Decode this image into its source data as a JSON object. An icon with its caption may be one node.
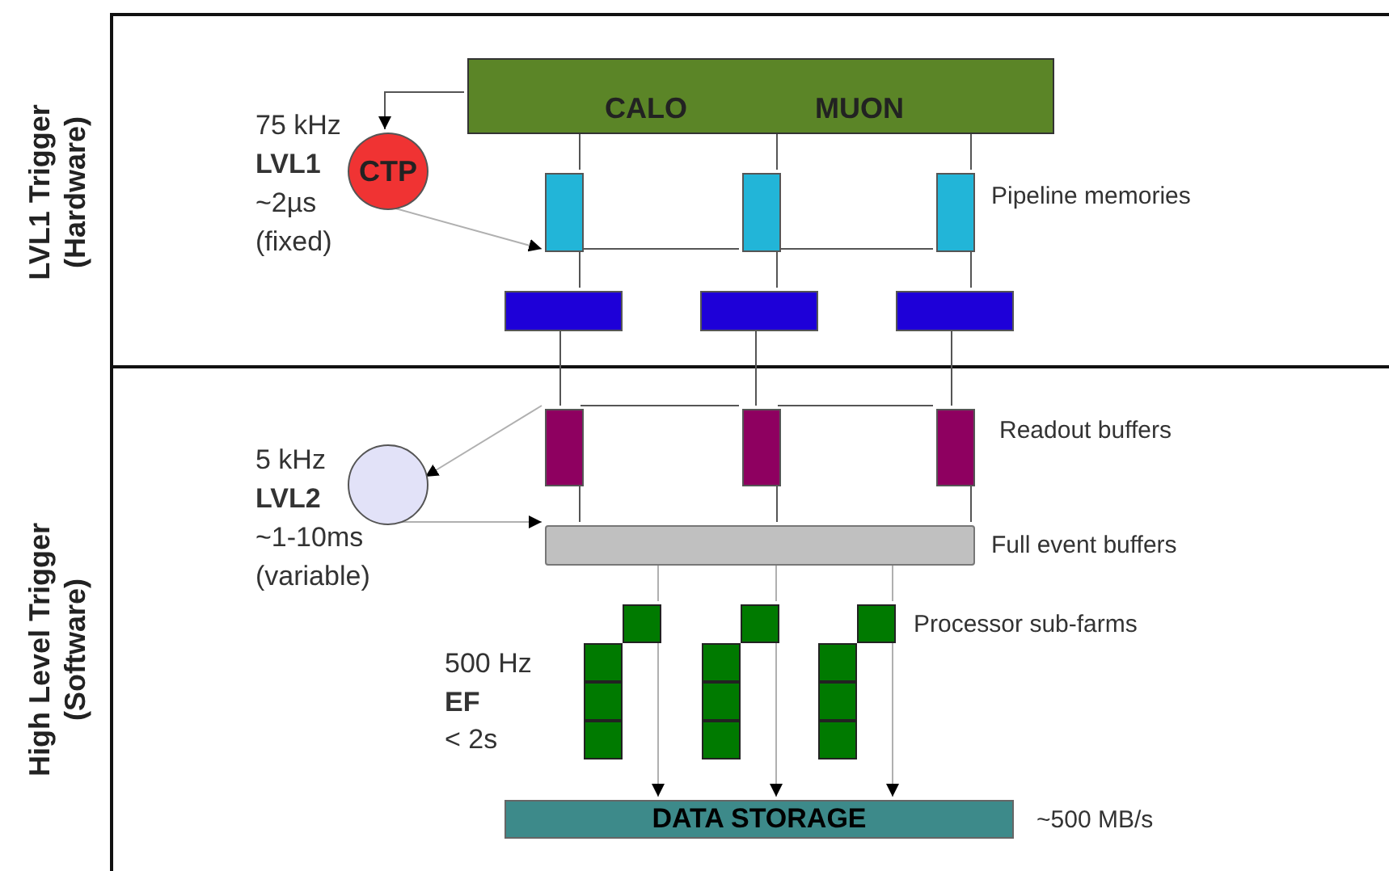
{
  "diagram": {
    "nodes": [
      {
        "text": [
          "LVL1 Trigger (Hardware)"
        ]
      },
      {
        "text": [
          "CALO",
          "MUON"
        ],
        "in": 0
      },
      {
        "text": [
          "CTP"
        ],
        "in": 0,
        "beside": [
          "75 kHz",
          "LVL1",
          "~2µs",
          "(fixed)"
        ]
      },
      {
        "text": [],
        "shape": "box",
        "in": 0
      },
      {
        "text": [],
        "shape": "box",
        "in": 0
      },
      {
        "text": [],
        "shape": "box",
        "in": 0
      },
      {
        "text": [],
        "shape": "box",
        "in": 0
      },
      {
        "text": [],
        "shape": "box",
        "in": 0
      },
      {
        "text": [],
        "shape": "box",
        "in": 0
      },
      {
        "text": [
          "High Level Trigger (Software)"
        ]
      },
      {
        "text": [],
        "shape": "box",
        "in": 9
      },
      {
        "text": [],
        "shape": "box",
        "in": 9
      },
      {
        "text": [],
        "shape": "box",
        "in": 9
      },
      {
        "text": [],
        "shape": "circle",
        "in": 9,
        "beside": [
          "5 kHz",
          "LVL2",
          "~1-10ms",
          "(variable)"
        ]
      },
      {
        "text": [],
        "shape": "bar",
        "in": 9
      },
      {
        "text": [],
        "shape": "picture",
        "in": 9
      },
      {
        "text": [],
        "shape": "picture",
        "in": 9
      },
      {
        "text": [],
        "shape": "picture",
        "in": 9
      },
      {
        "text": [
          "DATA STORAGE"
        ],
        "in": 9,
        "beside": [
          "~500 MB/s"
        ]
      }
    ],
    "edges": [
      {
        "from": 1,
        "to": 2,
        "arrow": "to"
      },
      {
        "from": 2,
        "to": 3,
        "arrow": "to",
        "color": "#b0b0b0"
      },
      {
        "from": 1,
        "to": 3,
        "arrow": "none"
      },
      {
        "from": 1,
        "to": 4,
        "arrow": "none"
      },
      {
        "from": 1,
        "to": 5,
        "arrow": "none"
      },
      {
        "from": 3,
        "to": 4,
        "arrow": "none"
      },
      {
        "from": 4,
        "to": 5,
        "arrow": "none"
      },
      {
        "from": 3,
        "to": 6,
        "arrow": "none"
      },
      {
        "from": 4,
        "to": 7,
        "arrow": "none"
      },
      {
        "from": 5,
        "to": 8,
        "arrow": "none"
      },
      {
        "from": 6,
        "to": 10,
        "arrow": "none"
      },
      {
        "from": 7,
        "to": 11,
        "arrow": "none"
      },
      {
        "from": 8,
        "to": 12,
        "arrow": "none"
      },
      {
        "from": 10,
        "to": 14,
        "arrow": "none"
      },
      {
        "from": 11,
        "to": 14,
        "arrow": "none"
      },
      {
        "from": 12,
        "to": 14,
        "arrow": "none"
      },
      {
        "from": 10,
        "to": 11,
        "arrow": "none"
      },
      {
        "from": 11,
        "to": 12,
        "arrow": "none"
      },
      {
        "from": 10,
        "to": 13,
        "arrow": "to",
        "color": "#b0b0b0"
      },
      {
        "from": 13,
        "to": 14,
        "arrow": "to",
        "color": "#b0b0b0"
      },
      {
        "from": 14,
        "to": 15,
        "arrow": "none",
        "color": "#b0b0b0"
      },
      {
        "from": 14,
        "to": 16,
        "arrow": "none",
        "color": "#b0b0b0"
      },
      {
        "from": 14,
        "to": 17,
        "arrow": "none",
        "color": "#b0b0b0"
      },
      {
        "from": 15,
        "to": 18,
        "arrow": "to",
        "color": "#b0b0b0"
      },
      {
        "from": 16,
        "to": 18,
        "arrow": "to",
        "color": "#b0b0b0"
      },
      {
        "from": 17,
        "to": 18,
        "arrow": "to",
        "color": "#b0b0b0"
      }
    ],
    "labels": [
      "Pipeline memories",
      "Readout buffers",
      "Full event buffers",
      "Processor sub-farms",
      "500 Hz",
      "EF",
      "< 2s"
    ]
  }
}
